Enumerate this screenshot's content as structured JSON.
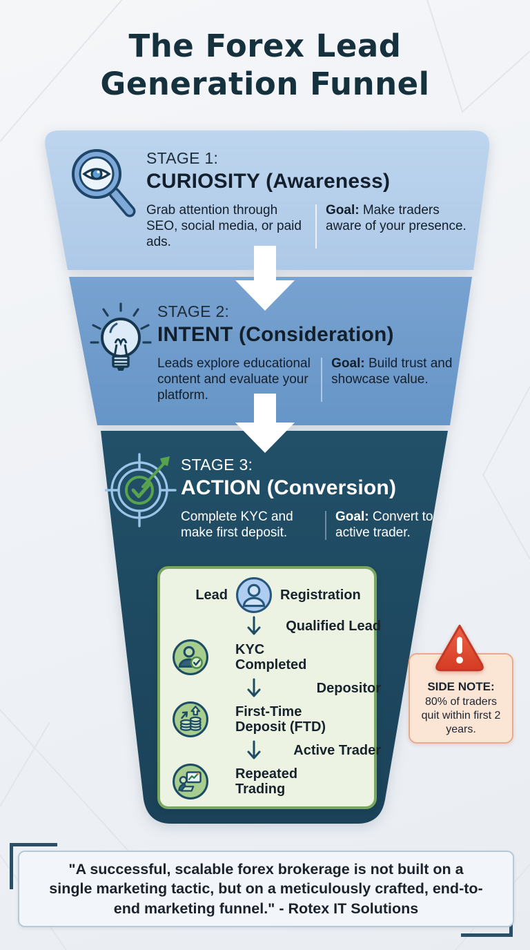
{
  "title": "The Forex Lead Generation Funnel",
  "stages": [
    {
      "stage_label": "STAGE 1:",
      "name": "CURIOSITY (Awareness)",
      "description": "Grab attention through SEO, social media, or paid ads.",
      "goal_label": "Goal:",
      "goal": "Make traders aware of your presence.",
      "icon": "magnifier-eye-icon",
      "fill_color": "#b6cfea"
    },
    {
      "stage_label": "STAGE 2:",
      "name": "INTENT (Consideration)",
      "description": "Leads explore educational content and evaluate your platform.",
      "goal_label": "Goal:",
      "goal": "Build trust and showcase value.",
      "icon": "lightbulb-icon",
      "fill_color": "#6f9cca"
    },
    {
      "stage_label": "STAGE 3:",
      "name": "ACTION (Conversion)",
      "description": "Complete KYC and make first deposit.",
      "goal_label": "Goal:",
      "goal": "Convert to active trader.",
      "icon": "target-dart-icon",
      "fill_color": "#1e4a61"
    }
  ],
  "conversion_steps": [
    {
      "left": "Lead",
      "right": "Registration",
      "icon": "person-icon"
    },
    {
      "left": "Qualified Lead",
      "right": "KYC Completed",
      "icon": "person-check-icon"
    },
    {
      "left": "Depositor",
      "right": "First-Time Deposit (FTD)",
      "icon": "coins-growth-icon"
    },
    {
      "left": "Active Trader",
      "right": "Repeated Trading",
      "icon": "trader-laptop-icon"
    }
  ],
  "side_note": {
    "heading": "SIDE NOTE:",
    "text": "80% of traders quit within first 2 years.",
    "icon": "warning-triangle-icon",
    "box_color": "#fbe5d5",
    "border_color": "#e9a98c",
    "warning_color": "#dd4530"
  },
  "quote": {
    "text": "\"A successful, scalable forex brokerage is not built on a single marketing tactic, but on a meticulously crafted, end-to-end marketing funnel.\" - Rotex IT Solutions"
  },
  "colors": {
    "background": "#eff2f6",
    "title_text": "#16313e",
    "stage1_fill": "#b6cfea",
    "stage2_fill": "#6f9cca",
    "stage3_fill": "#1e4a61",
    "steps_box_fill": "#edf3e3",
    "steps_box_border": "#79a761",
    "arrow_white": "#ffffff",
    "accent_green": "#5aa34e",
    "accent_navy": "#1d4c63"
  }
}
